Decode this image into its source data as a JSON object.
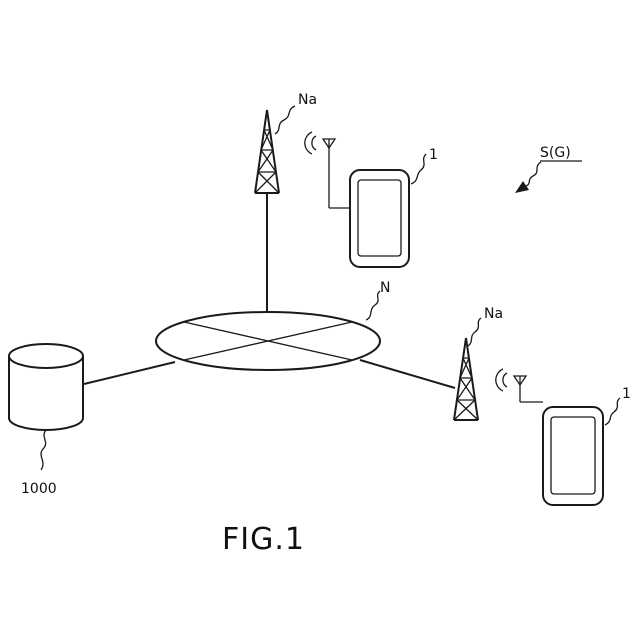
{
  "labels": {
    "tower_top": "Na",
    "tower_right": "Na",
    "terminal_top": "1",
    "terminal_right": "1",
    "network": "N",
    "server": "1000",
    "system": "S(G)"
  },
  "caption": "FIG.1"
}
